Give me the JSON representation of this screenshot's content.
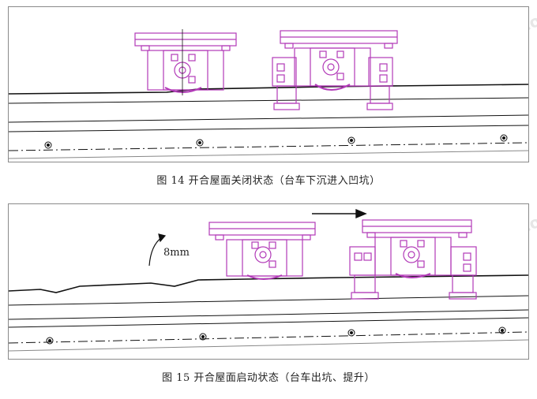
{
  "figures": [
    {
      "id": "fig14",
      "caption": "图 14  开合屋面关闭状态（台车下沉进入凹坑）"
    },
    {
      "id": "fig15",
      "caption": "图 15  开合屋面启动状态（台车出坑、提升）",
      "annotation": "8mm"
    }
  ],
  "watermark_text": "www.alwindoor.com",
  "colors": {
    "carriage": "#b23ab8",
    "line": "#111111",
    "frame": "#8a8a8a"
  }
}
